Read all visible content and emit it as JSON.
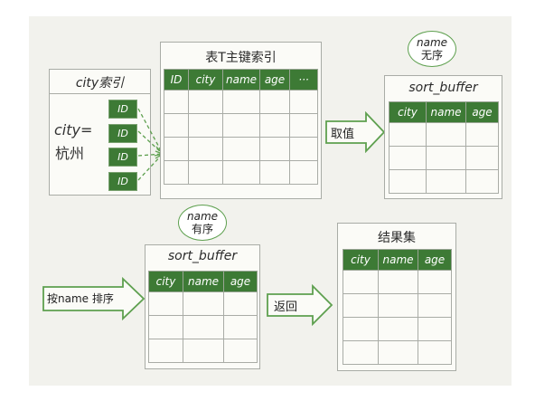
{
  "city_index": {
    "title": "city索引",
    "condition_line1": "city=",
    "condition_line2": "杭州",
    "id_cells": [
      "ID",
      "ID",
      "ID",
      "ID"
    ]
  },
  "pk_index": {
    "title": "表T主键索引",
    "columns": [
      "ID",
      "city",
      "name",
      "age",
      "···"
    ]
  },
  "sort_buffer_top": {
    "title": "sort_buffer",
    "columns": [
      "city",
      "name",
      "age"
    ],
    "bubble_line1": "name",
    "bubble_line2": "无序"
  },
  "sort_buffer_bottom": {
    "title": "sort_buffer",
    "columns": [
      "city",
      "name",
      "age"
    ],
    "bubble_line1": "name",
    "bubble_line2": "有序"
  },
  "result_set": {
    "title": "结果集",
    "columns": [
      "city",
      "name",
      "age"
    ]
  },
  "arrows": {
    "fetch": "取值",
    "sort": "按name 排序",
    "return": "返回"
  },
  "colors": {
    "header_green": "#3d7a35",
    "arrow_green": "#5ea04f",
    "panel_border": "#a9aca6"
  }
}
